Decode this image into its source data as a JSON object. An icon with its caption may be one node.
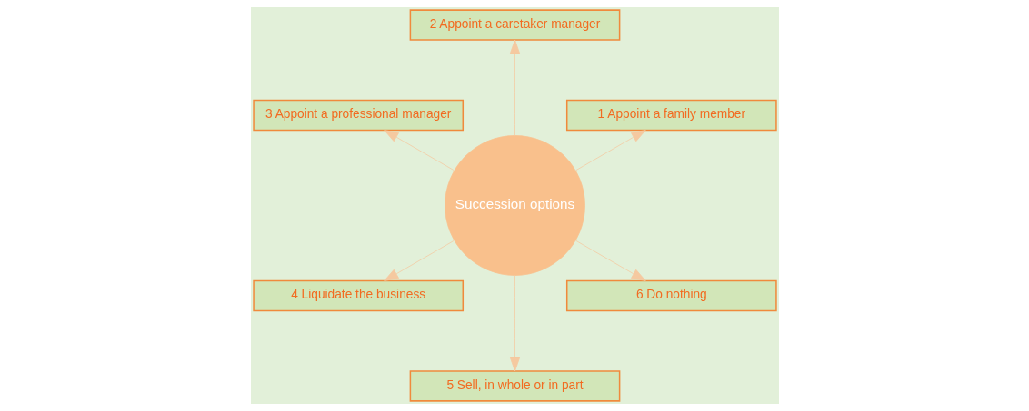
{
  "diagram": {
    "nodes": [
      {
        "text": [
          "Succession options"
        ]
      },
      {
        "text": [
          "1 Appoint a family member"
        ]
      },
      {
        "text": [
          "2 Appoint a caretaker manager"
        ]
      },
      {
        "text": [
          "3 Appoint a professional manager"
        ]
      },
      {
        "text": [
          "4 Liquidate the business"
        ]
      },
      {
        "text": [
          "5 Sell, in whole or in part"
        ]
      },
      {
        "text": [
          "6 Do nothing"
        ]
      }
    ],
    "edges": [
      {
        "from": 0,
        "to": 1,
        "arrow": "to"
      },
      {
        "from": 0,
        "to": 2,
        "arrow": "to"
      },
      {
        "from": 0,
        "to": 3,
        "arrow": "to"
      },
      {
        "from": 0,
        "to": 4,
        "arrow": "to"
      },
      {
        "from": 0,
        "to": 5,
        "arrow": "to"
      },
      {
        "from": 0,
        "to": 6,
        "arrow": "to"
      }
    ]
  }
}
